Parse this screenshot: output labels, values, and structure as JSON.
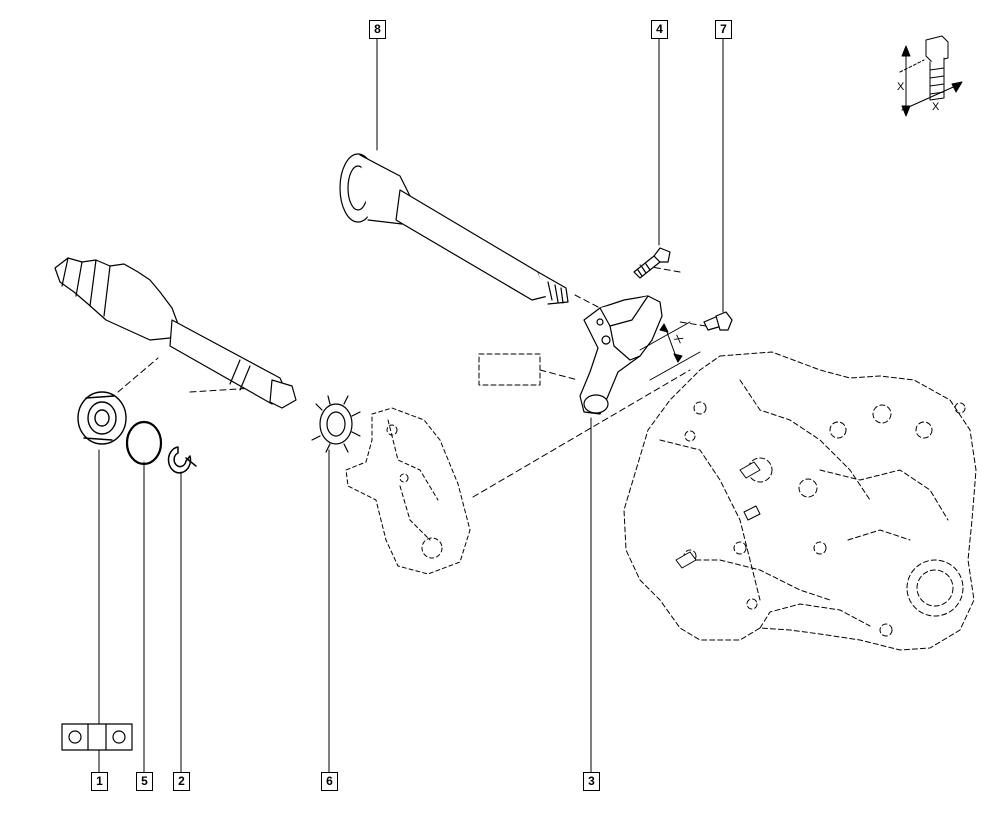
{
  "diagram": {
    "callouts": [
      {
        "id": "1",
        "label": "1"
      },
      {
        "id": "2",
        "label": "2"
      },
      {
        "id": "3",
        "label": "3"
      },
      {
        "id": "4",
        "label": "4"
      },
      {
        "id": "5",
        "label": "5"
      },
      {
        "id": "6",
        "label": "6"
      },
      {
        "id": "7",
        "label": "7"
      },
      {
        "id": "8",
        "label": "8"
      }
    ],
    "dimension_symbol": "X",
    "line_color": "#000000",
    "background_color": "#ffffff"
  }
}
